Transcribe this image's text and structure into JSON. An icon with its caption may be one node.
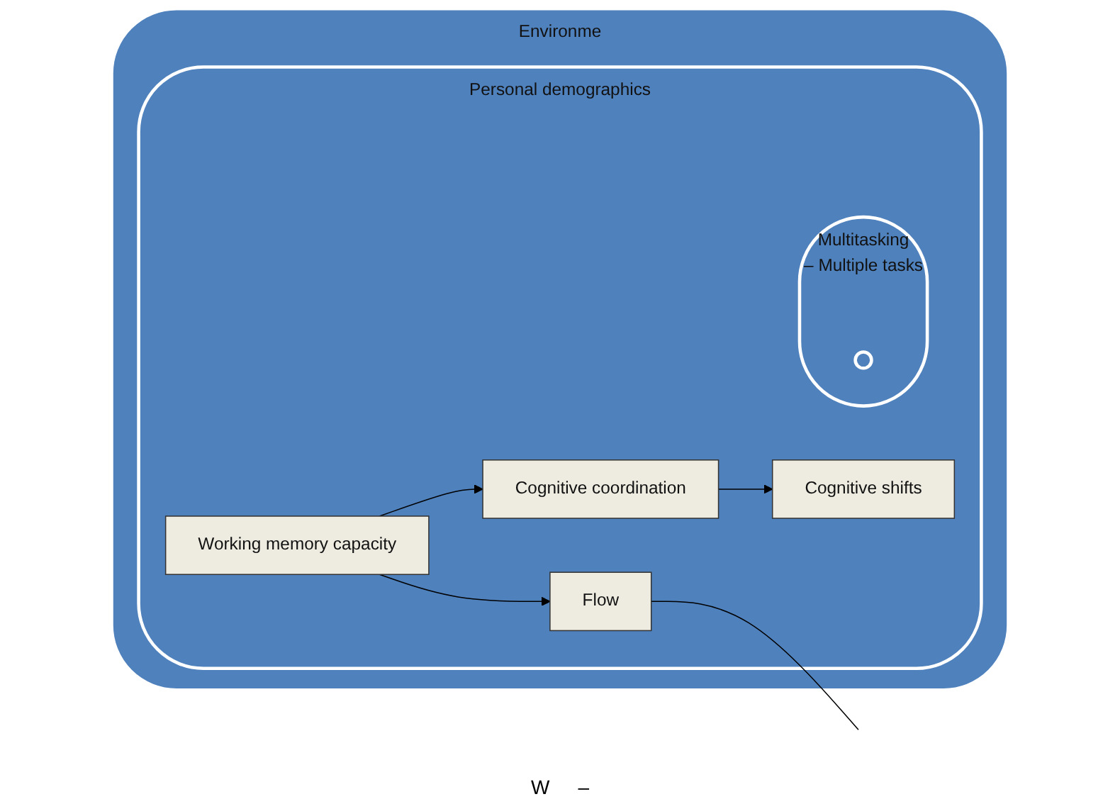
{
  "diagram": {
    "nodes": [
      {
        "text": [
          "Environme"
        ]
      },
      {
        "text": [
          "Personal demographics"
        ],
        "in": 0
      },
      {
        "text": [
          "Working memory capacity"
        ],
        "in": 1
      },
      {
        "text": [
          "Cognitive coordination"
        ],
        "in": 1
      },
      {
        "text": [
          "Cognitive shifts"
        ],
        "in": 1
      },
      {
        "text": [
          "Flow"
        ],
        "in": 1
      },
      {
        "text": [
          "Multitasking",
          "– Multiple tasks"
        ],
        "in": 1
      },
      {
        "text": [],
        "shape": "circle",
        "in": 6
      }
    ],
    "edges": [
      {
        "from": 2,
        "to": 3,
        "arrow": "to"
      },
      {
        "from": 2,
        "to": 5,
        "arrow": "to"
      },
      {
        "from": 3,
        "to": 4,
        "arrow": "to"
      },
      {
        "from": 5,
        "to": null,
        "arrow": "none"
      }
    ],
    "labels": [
      "W",
      "–"
    ]
  }
}
